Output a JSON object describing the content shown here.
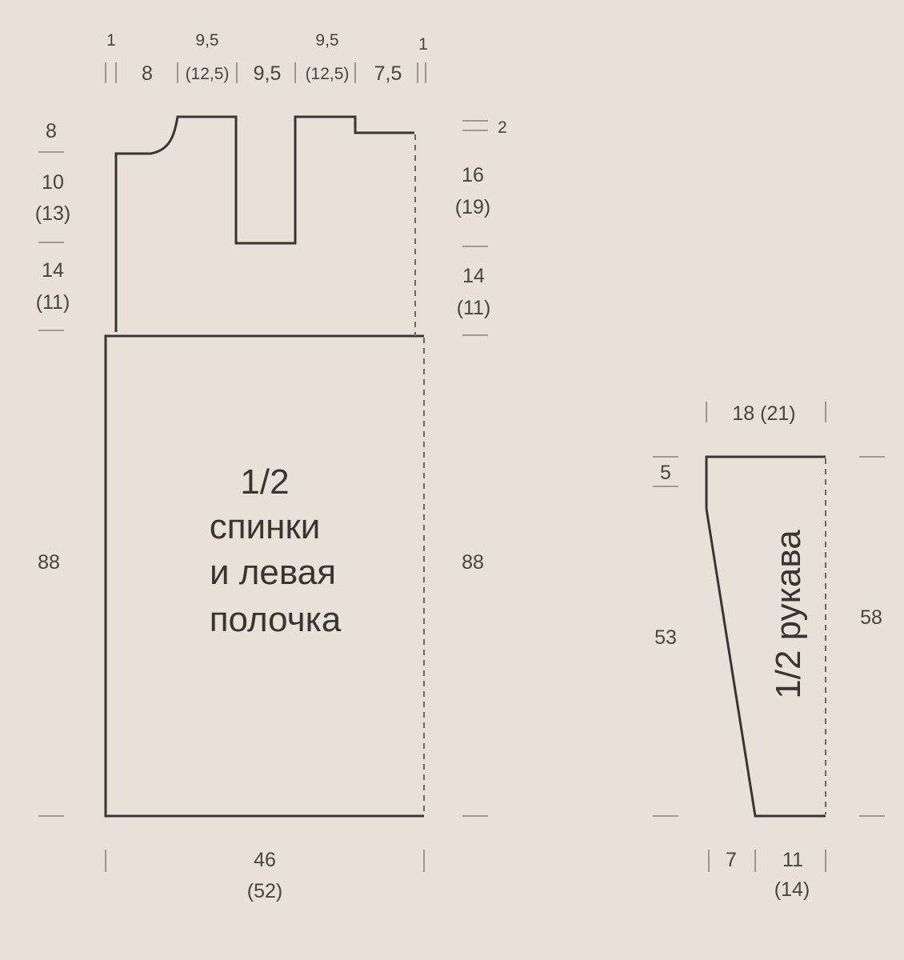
{
  "body_piece": {
    "title": [
      "1/2",
      "спинки",
      "и левая",
      "полочка"
    ],
    "top_dims": {
      "edge_left": "1",
      "shoulder": "8",
      "neck_left": "9,5",
      "neck_left_alt": "(12,5)",
      "slot": "9,5",
      "neck_right": "9,5",
      "neck_right_alt": "(12,5)",
      "edge_right_width": "7,5",
      "edge_right": "1"
    },
    "left_dims": {
      "neck_depth": "8",
      "armhole": "10",
      "armhole_alt": "(13)",
      "lower_armhole": "14",
      "lower_armhole_alt": "(11)",
      "length": "88"
    },
    "right_dims": {
      "step": "2",
      "upper": "16",
      "upper_alt": "(19)",
      "lower": "14",
      "lower_alt": "(11)",
      "length": "88"
    },
    "bottom_dims": {
      "width": "46",
      "width_alt": "(52)"
    }
  },
  "sleeve_piece": {
    "title": "1/2 рукава",
    "top_width": "18 (21)",
    "cap": "5",
    "left_length": "53",
    "right_length": "58",
    "bottom_left": "7",
    "bottom_right": "11",
    "bottom_right_alt": "(14)"
  }
}
